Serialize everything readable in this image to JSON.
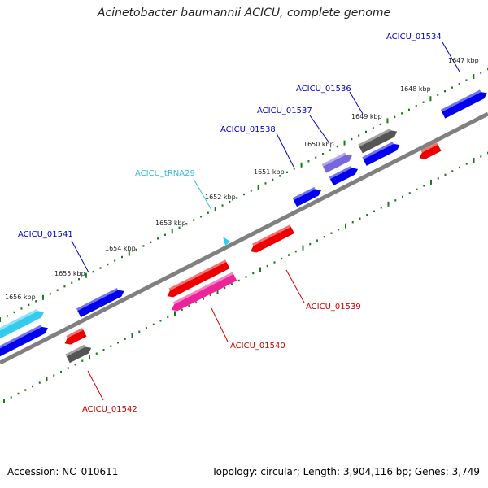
{
  "title": "Acinetobacter baumannii ACICU, complete genome",
  "footer": {
    "accession": "Accession: NC_010611",
    "summary": "Topology: circular; Length: 3,904,116 bp; Genes: 3,749"
  },
  "colors": {
    "backbone": "#808080",
    "tick": "#1a7a1a",
    "forward_gene": "#0000ee",
    "reverse_gene": "#ee0000",
    "pseudo_gene": "#555555",
    "trna": "#33ccee",
    "pink_gene": "#ee2299",
    "purple_gene": "#7766dd",
    "label_forward": "#0000cc",
    "label_reverse": "#cc0000",
    "label_trna": "#33bbdd"
  },
  "kbp_labels": [
    "1647 kbp",
    "1648 kbp",
    "1649 kbp",
    "1650 kbp",
    "1651 kbp",
    "1652 kbp",
    "1653 kbp",
    "1654 kbp",
    "1655 kbp",
    "1656 kbp"
  ],
  "gene_labels": [
    {
      "id": "ACICU_01534",
      "color": "forward"
    },
    {
      "id": "ACICU_01536",
      "color": "forward"
    },
    {
      "id": "ACICU_01537",
      "color": "forward"
    },
    {
      "id": "ACICU_01538",
      "color": "forward"
    },
    {
      "id": "ACICU_tRNA29",
      "color": "trna"
    },
    {
      "id": "ACICU_01541",
      "color": "forward"
    },
    {
      "id": "ACICU_01539",
      "color": "reverse"
    },
    {
      "id": "ACICU_01540",
      "color": "reverse"
    },
    {
      "id": "ACICU_01542",
      "color": "reverse"
    }
  ]
}
